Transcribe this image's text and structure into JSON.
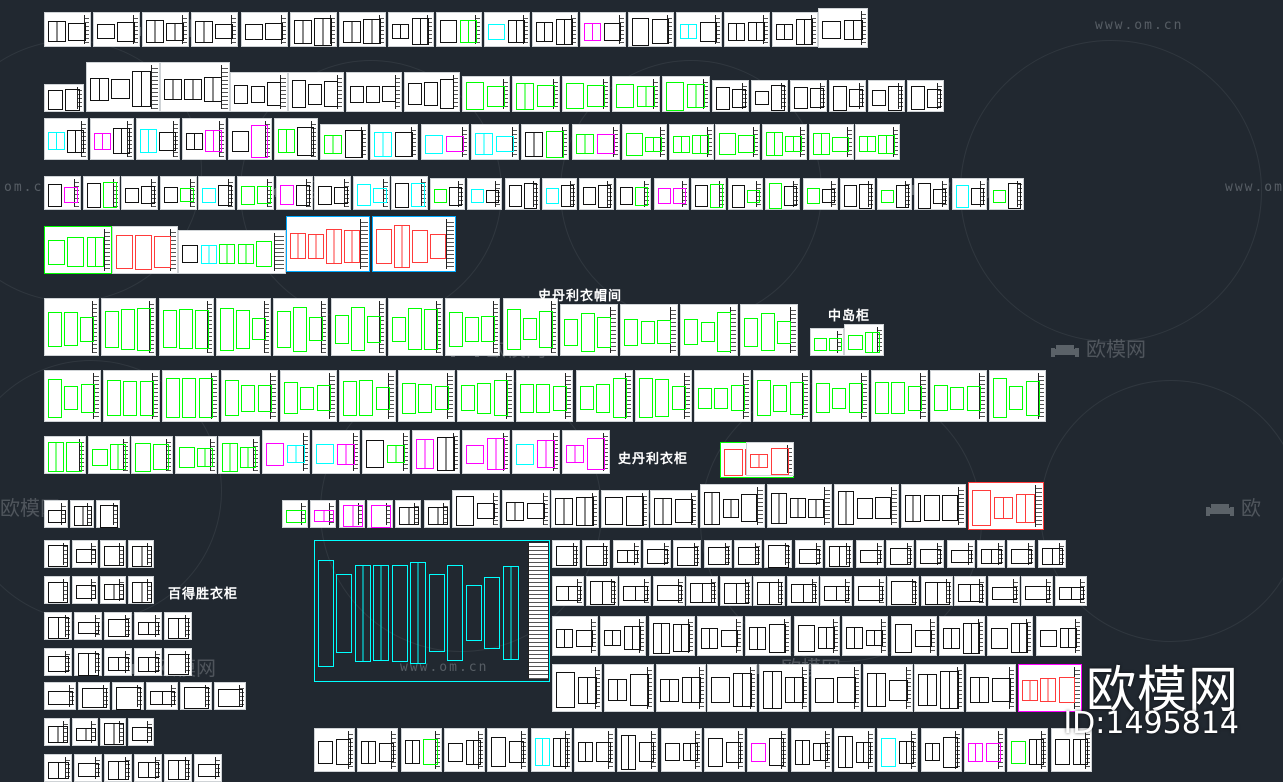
{
  "canvas": {
    "background": "#212830",
    "sheet_color": "#ffffff",
    "accent_colors": [
      "#00ff00",
      "#00ffff",
      "#ff00ff",
      "#ff3b3b",
      "#0000ff",
      "#ffff00"
    ]
  },
  "labels": {
    "walkin_closet": "史丹利衣帽间",
    "island_cabinet": "中岛柜",
    "stanley_wardrobe": "史丹利衣柜",
    "baideli_wardrobe": "百得胜衣柜"
  },
  "watermarks": {
    "url": "www.om.cn",
    "url_short": "om.cn",
    "brand_cn": "欧模网",
    "icon": "sofa-icon"
  },
  "brand": {
    "name": "欧模网",
    "id": "ID:1495814"
  }
}
